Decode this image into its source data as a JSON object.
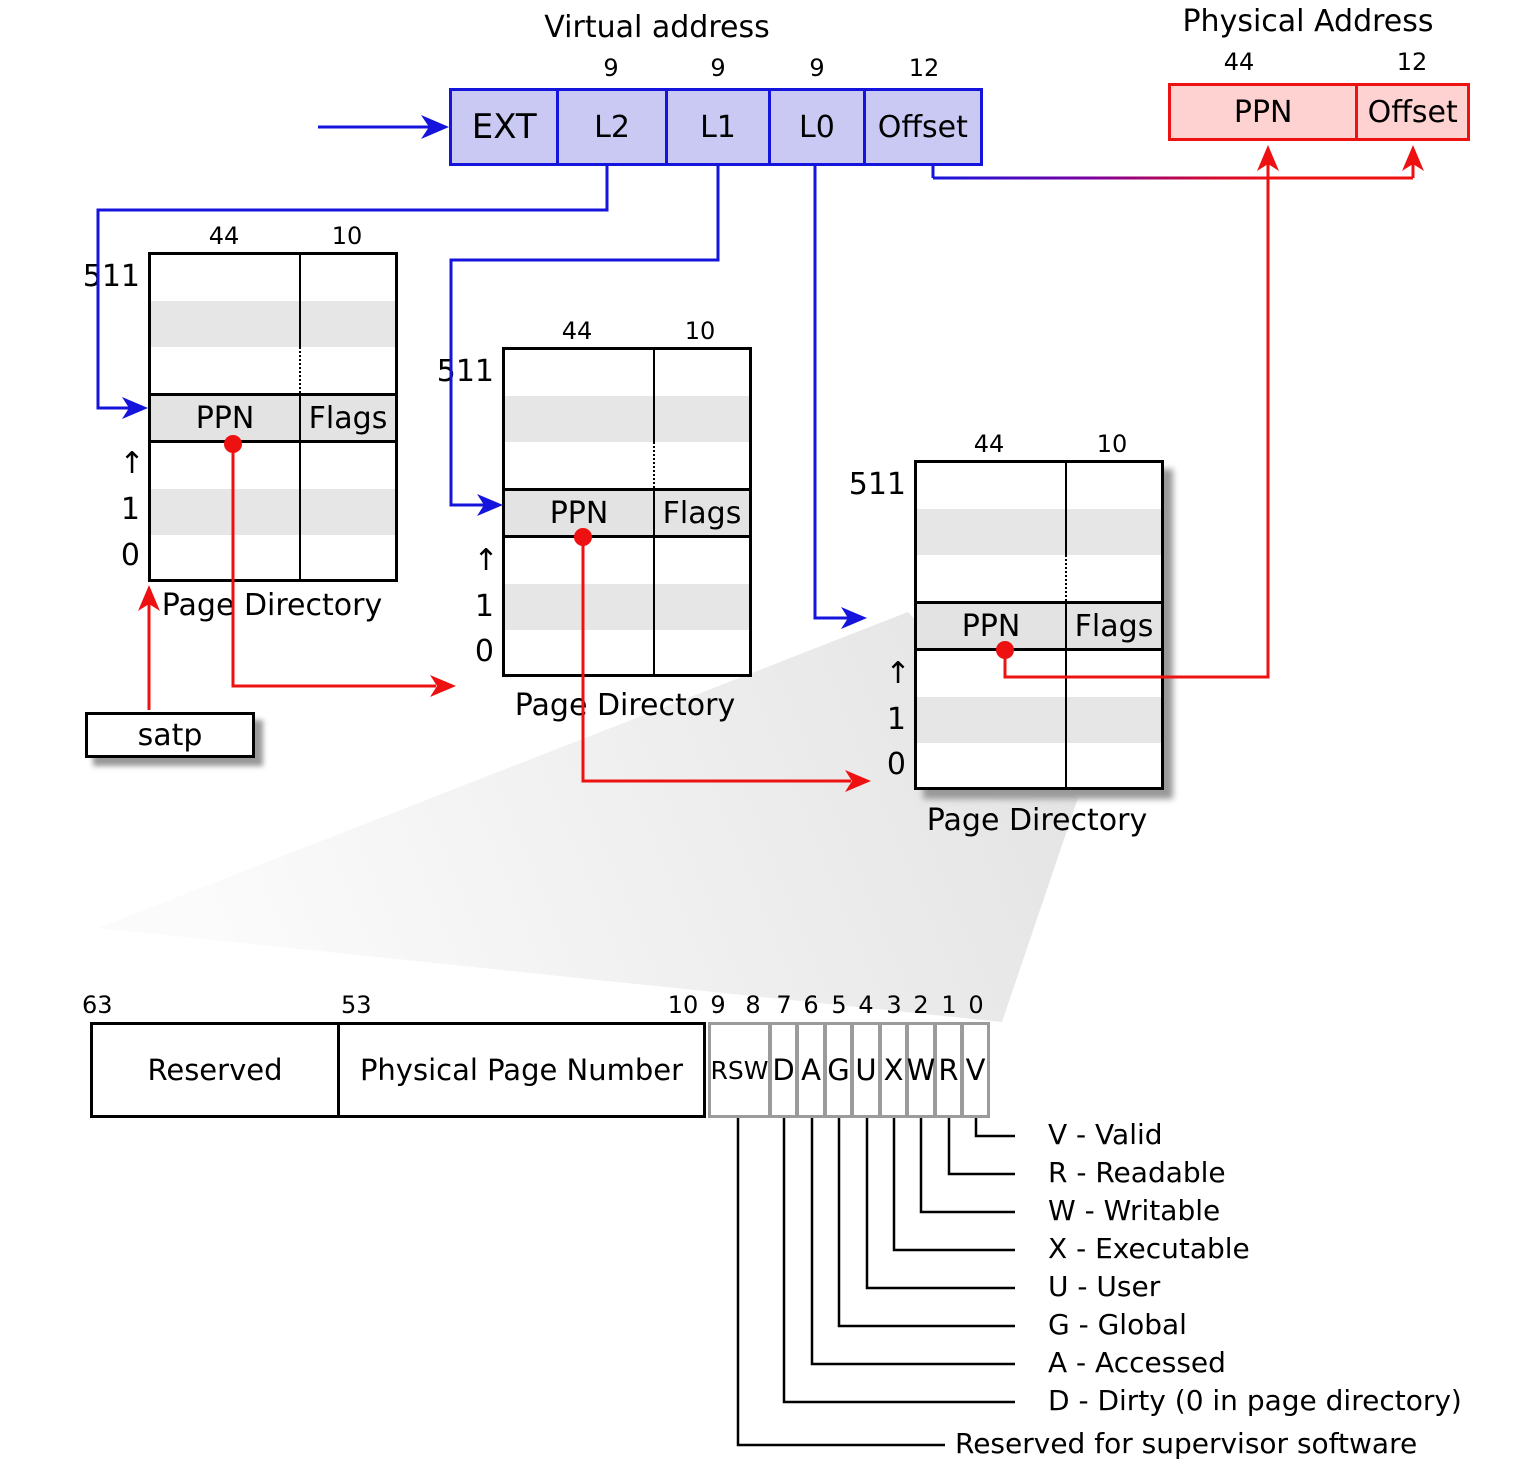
{
  "colors": {
    "blue": "#1414dd",
    "blue-fill": "#c9c9f3",
    "red": "#ee1111",
    "pink-fill": "#ffd2d2",
    "stripe": "#e6e6e6"
  },
  "virtual_address": {
    "title": "Virtual address",
    "ext_label": "EXT",
    "fields": [
      {
        "label": "L2",
        "bits": "9"
      },
      {
        "label": "L1",
        "bits": "9"
      },
      {
        "label": "L0",
        "bits": "9"
      },
      {
        "label": "Offset",
        "bits": "12"
      }
    ]
  },
  "physical_address": {
    "title": "Physical Address",
    "fields": [
      {
        "label": "PPN",
        "bits": "44"
      },
      {
        "label": "Offset",
        "bits": "12"
      }
    ]
  },
  "satp": {
    "label": "satp"
  },
  "page_directory": {
    "caption": "Page Directory",
    "top_index": "511",
    "mid_index": "1",
    "low_index": "0",
    "up_arrow": "↑",
    "entry_ppn": "PPN",
    "entry_flags": "Flags",
    "bits_ppn": "44",
    "bits_flags": "10"
  },
  "pte": {
    "reserved_label": "Reserved",
    "ppn_label": "Physical Page Number",
    "rsw_label": "RSW",
    "flags": [
      "D",
      "A",
      "G",
      "U",
      "X",
      "W",
      "R",
      "V"
    ],
    "bit_numbers": [
      "63",
      "53",
      "10",
      "9",
      "8",
      "7",
      "6",
      "5",
      "4",
      "3",
      "2",
      "1",
      "0"
    ],
    "legend": [
      "V - Valid",
      "R  - Readable",
      "W - Writable",
      "X - Executable",
      "U - User",
      "G - Global",
      "A - Accessed",
      "D - Dirty (0 in page directory)",
      "Reserved for supervisor software"
    ]
  }
}
